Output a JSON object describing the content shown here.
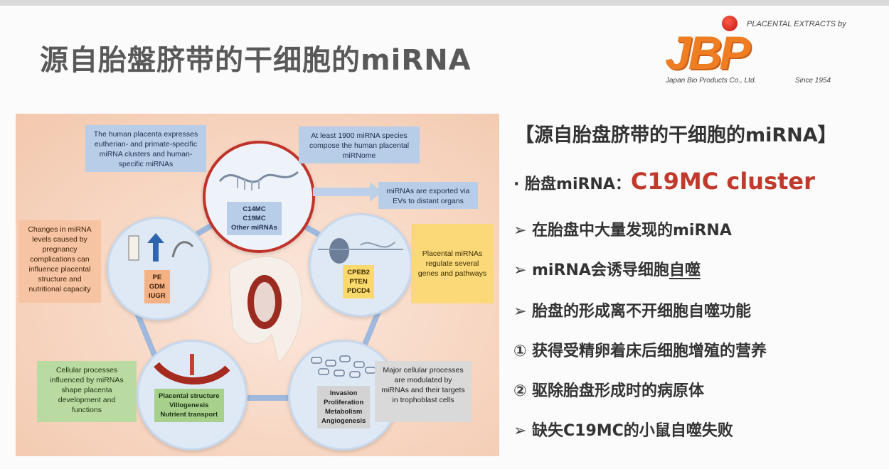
{
  "title": "源自胎盤脐带的干细胞的miRNA",
  "logo": {
    "tagline": "PLACENTAL EXTRACTS by",
    "mark": "JBP",
    "company": "Japan Bio Products Co., Ltd.",
    "since": "Since 1954",
    "colors": {
      "orange": "#ef7d22",
      "red": "#c01810"
    }
  },
  "figure": {
    "center_labels": [
      "C14MC",
      "C19MC",
      "Other miRNAs"
    ],
    "right_node_labels": [
      "CPEB2",
      "PTEN",
      "PDCD4"
    ],
    "left_node_labels": [
      "PE",
      "GDM",
      "IUGR"
    ],
    "bottom_left_node_labels": [
      "Placental structure",
      "Villogenesis",
      "Nutrient transport"
    ],
    "bottom_right_node_labels": [
      "Invasion",
      "Proliferation",
      "Metabolism",
      "Angiogenesis"
    ],
    "callouts": {
      "top_left": "The human placenta expresses eutherian- and primate-specific miRNA clusters and human-specific miRNAs",
      "top_right": "At least 1900 miRNA species compose the human placental miRNome",
      "exported": "miRNAs are exported via EVs to distant organs",
      "left": "Changes in miRNA levels caused by pregnancy complications can influence placental structure and nutritional capacity",
      "right": "Placental miRNAs regulate several genes and pathways",
      "bottom_left": "Cellular processes influenced by miRNAs shape placenta development and functions",
      "bottom_right": "Major cellular processes are modulated by miRNAs and their targets in trophoblast cells"
    }
  },
  "panel": {
    "heading": "【源自胎盘脐带的干细胞的miRNA】",
    "line1_prefix": "· 胎盘miRNA：",
    "line1_accent": "C19MC cluster",
    "marker_arrow": "➢",
    "line2": "在胎盘中大量发现的miRNA",
    "line3_pre": "miRNA会诱导细胞",
    "line3_under": "自噬",
    "line4": "胎盘的形成离不开细胞自噬功能",
    "marker_1": "①",
    "line5": "获得受精卵着床后细胞增殖的营养",
    "marker_2": "②",
    "line6": "驱除胎盘形成时的病原体",
    "line7": "缺失C19MC的小鼠自噬失败",
    "accent_color": "#c0392b"
  }
}
